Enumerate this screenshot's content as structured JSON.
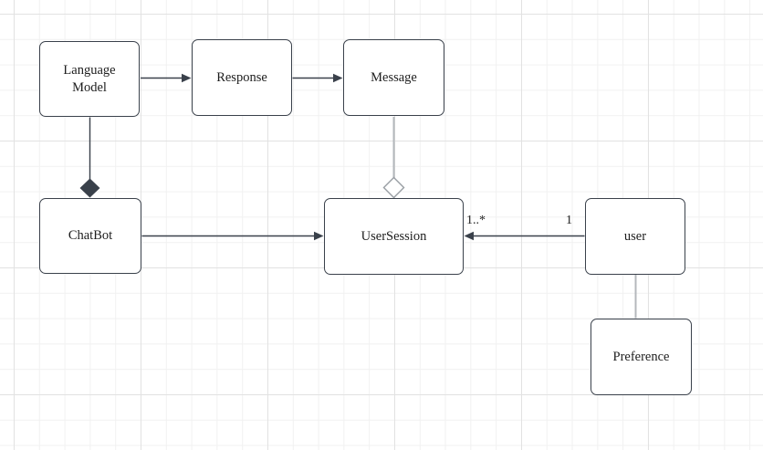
{
  "colors": {
    "edge_dark": "#3a414b",
    "edge_light": "#b4b8bc",
    "aggregation_stroke": "#989da3",
    "node_stroke": "#3a414b",
    "node_fill": "#ffffff",
    "grid_minor": "#f1f1f1",
    "grid_major": "#e2e2e2",
    "text": "#1d1d1d"
  },
  "diagram": {
    "nodes": [
      {
        "id": "language-model",
        "label": "Language Model"
      },
      {
        "id": "response",
        "label": "Response"
      },
      {
        "id": "message",
        "label": "Message"
      },
      {
        "id": "chatbot",
        "label": "ChatBot"
      },
      {
        "id": "user-session",
        "label": "UserSession"
      },
      {
        "id": "user",
        "label": "user"
      },
      {
        "id": "preference",
        "label": "Preference"
      }
    ],
    "edges": [
      {
        "from": "language-model",
        "to": "response",
        "type": "directed-arrow"
      },
      {
        "from": "response",
        "to": "message",
        "type": "directed-arrow"
      },
      {
        "from": "language-model",
        "to": "chatbot",
        "type": "composition-filled-diamond"
      },
      {
        "from": "message",
        "to": "user-session",
        "type": "aggregation-hollow-diamond"
      },
      {
        "from": "chatbot",
        "to": "user-session",
        "type": "directed-arrow"
      },
      {
        "from": "user",
        "to": "user-session",
        "type": "directed-arrow",
        "source_label": "1",
        "target_label": "1..*"
      },
      {
        "from": "user",
        "to": "preference",
        "type": "plain-line"
      }
    ],
    "multiplicity": {
      "user_session_end": "1..*",
      "user_end": "1"
    }
  }
}
